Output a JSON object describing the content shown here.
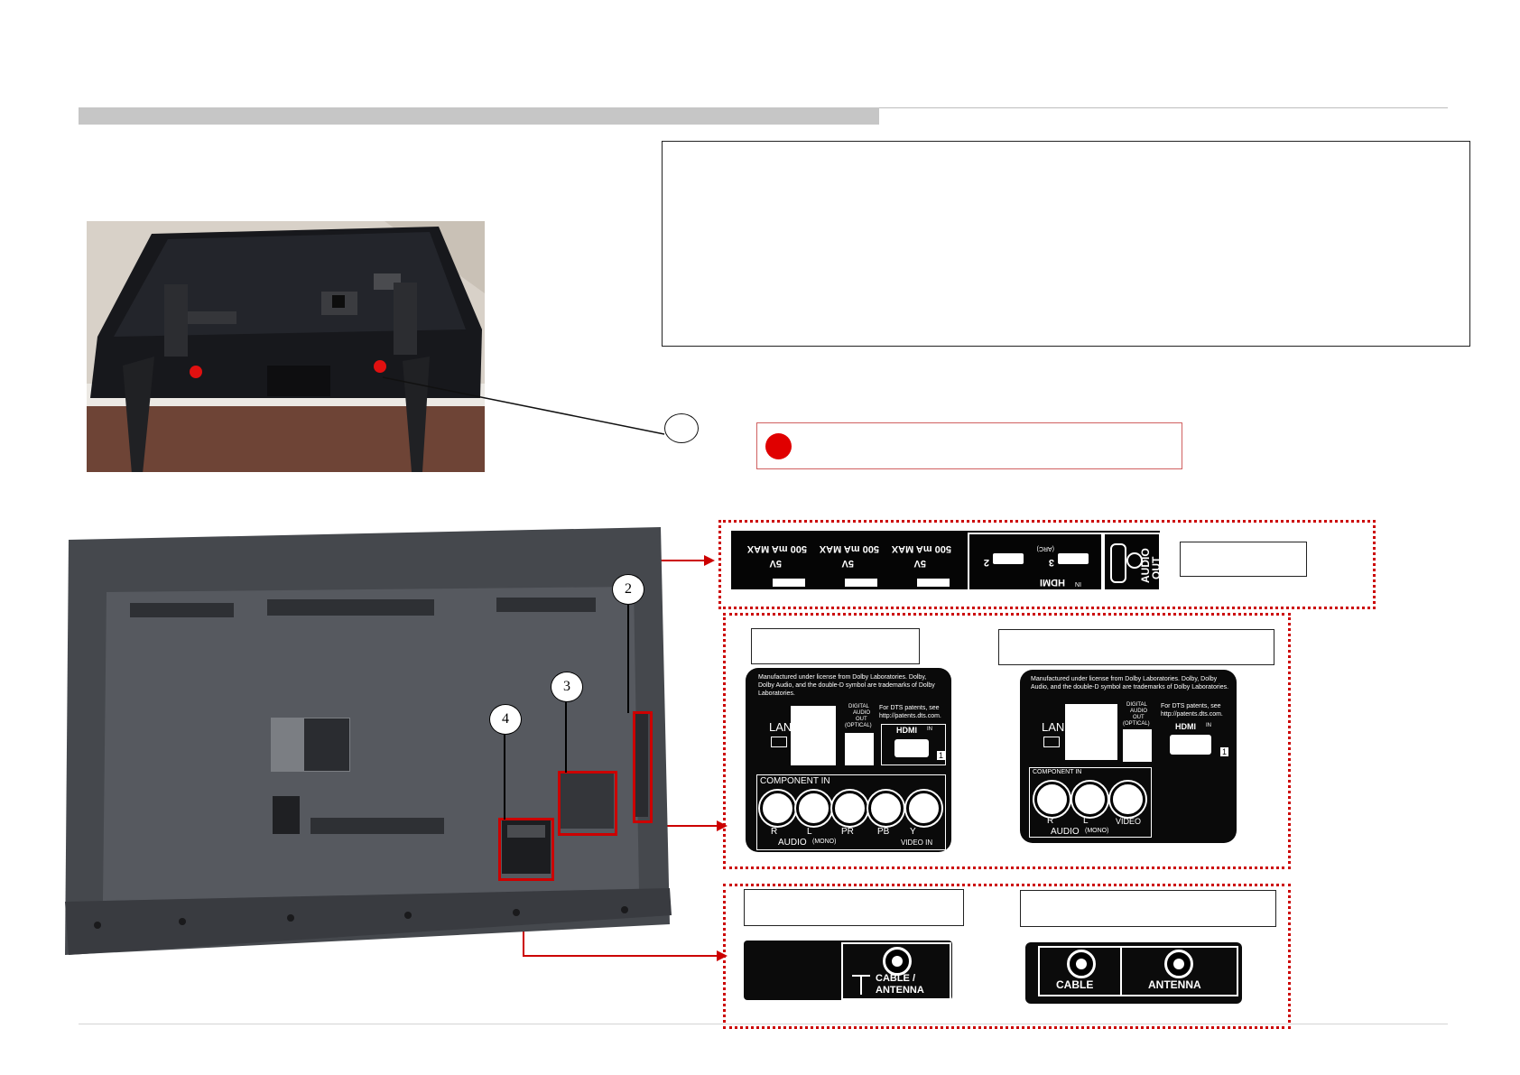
{
  "legend": {
    "text": ""
  },
  "callouts": [
    "2",
    "3",
    "4"
  ],
  "usb": {
    "ports": [
      {
        "line1": "5V",
        "line2": "500 mA MAX"
      },
      {
        "line1": "5V",
        "line2": "500 mA MAX"
      },
      {
        "line1": "5V",
        "line2": "500 mA MAX"
      }
    ]
  },
  "hdmi_top": {
    "logo": "HDMI",
    "in": "IN",
    "port2": "2",
    "port3": "3",
    "arc": "(ARC)"
  },
  "audio_out": {
    "label1": "AUDIO",
    "label2": "OUT"
  },
  "left_panel": {
    "license": "Manufactured under license from Dolby Laboratories. Dolby, Dolby Audio, and the double-D symbol are trademarks of Dolby Laboratories.",
    "lan": "LAN",
    "digital": [
      "DIGITAL",
      "AUDIO",
      "OUT",
      "(OPTICAL)"
    ],
    "dts": "For DTS patents, see http://patents.dts.com.",
    "hdmi": "HDMI",
    "hdmi_in": "IN",
    "hdmi_num": "1",
    "component": "COMPONENT  IN",
    "r": "R",
    "l": "L",
    "pr": "PR",
    "pb": "PB",
    "y": "Y",
    "audio": "AUDIO",
    "mono": "(MONO)",
    "video_in": "VIDEO IN"
  },
  "right_panel": {
    "license": "Manufactured under license from Dolby Laboratories. Dolby, Dolby Audio, and the double-D symbol are trademarks of Dolby Laboratories.",
    "lan": "LAN",
    "digital": [
      "DIGITAL",
      "AUDIO",
      "OUT",
      "(OPTICAL)"
    ],
    "dts": "For DTS patents, see http://patents.dts.com.",
    "hdmi": "HDMI",
    "hdmi_in": "IN",
    "hdmi_num": "1",
    "component": "COMPONENT  IN",
    "r": "R",
    "l": "L",
    "video": "VIDEO",
    "audio": "AUDIO",
    "mono": "(MONO)"
  },
  "antenna_left": {
    "line1": "CABLE /",
    "line2": "ANTENNA"
  },
  "antenna_right": {
    "cable": "CABLE",
    "antenna": "ANTENNA"
  },
  "colors": {
    "accent_red": "#cc0000",
    "legend_dot": "#e00000",
    "header_bar": "#c6c6c6"
  }
}
